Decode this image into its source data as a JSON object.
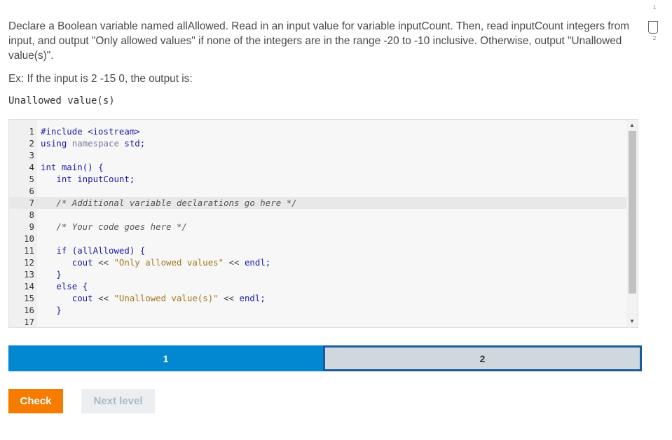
{
  "prompt": {
    "text": "Declare a Boolean variable named allAllowed. Read in an input value for variable inputCount. Then, read inputCount integers from input, and output \"Only allowed values\" if none of the integers are in the range -20 to -10 inclusive. Otherwise, output \"Unallowed value(s)\"."
  },
  "example": {
    "text": "Ex: If the input is 2 -15 0, the output is:",
    "output": "Unallowed value(s)"
  },
  "editor": {
    "lines": [
      {
        "n": "1",
        "tokens": [
          {
            "t": "#include <iostream>",
            "c": "tp"
          }
        ]
      },
      {
        "n": "2",
        "tokens": [
          {
            "t": "using ",
            "c": "tp"
          },
          {
            "t": "namespace",
            "c": "kw"
          },
          {
            "t": " std;",
            "c": "tp"
          }
        ]
      },
      {
        "n": "3",
        "tokens": []
      },
      {
        "n": "4",
        "tokens": [
          {
            "t": "int",
            "c": "tp"
          },
          {
            "t": " main() {",
            "c": "tp"
          }
        ]
      },
      {
        "n": "5",
        "tokens": [
          {
            "t": "   int",
            "c": "tp"
          },
          {
            "t": " inputCount;",
            "c": "tp"
          }
        ]
      },
      {
        "n": "6",
        "tokens": []
      },
      {
        "n": "7",
        "tokens": [
          {
            "t": "   /* Additional variable declarations go here */",
            "c": "cm"
          }
        ]
      },
      {
        "n": "8",
        "tokens": []
      },
      {
        "n": "9",
        "tokens": [
          {
            "t": "   /* Your code goes here */",
            "c": "cm"
          }
        ]
      },
      {
        "n": "10",
        "tokens": []
      },
      {
        "n": "11",
        "tokens": [
          {
            "t": "   if",
            "c": "tp"
          },
          {
            "t": " (allAllowed) {",
            "c": "tp"
          }
        ]
      },
      {
        "n": "12",
        "tokens": [
          {
            "t": "      cout ",
            "c": "tp"
          },
          {
            "t": "<<",
            "c": "op"
          },
          {
            "t": " \"Only allowed values\"",
            "c": "str"
          },
          {
            "t": " << ",
            "c": "op"
          },
          {
            "t": "endl;",
            "c": "tp"
          }
        ]
      },
      {
        "n": "13",
        "tokens": [
          {
            "t": "   }",
            "c": "tp"
          }
        ]
      },
      {
        "n": "14",
        "tokens": [
          {
            "t": "   else",
            "c": "tp"
          },
          {
            "t": " {",
            "c": "tp"
          }
        ]
      },
      {
        "n": "15",
        "tokens": [
          {
            "t": "      cout ",
            "c": "tp"
          },
          {
            "t": "<<",
            "c": "op"
          },
          {
            "t": " \"Unallowed value(s)\"",
            "c": "str"
          },
          {
            "t": " << ",
            "c": "op"
          },
          {
            "t": "endl;",
            "c": "tp"
          }
        ]
      },
      {
        "n": "16",
        "tokens": [
          {
            "t": "   }",
            "c": "tp"
          }
        ]
      },
      {
        "n": "17",
        "tokens": []
      }
    ],
    "active_line": 7
  },
  "levels": [
    {
      "label": "1",
      "state": "done"
    },
    {
      "label": "2",
      "state": "current"
    }
  ],
  "buttons": {
    "check": "Check",
    "next": "Next level"
  },
  "side_indicator": {
    "top": "1",
    "bottom": "2"
  },
  "colors": {
    "accent_blue": "#0288d1",
    "check_orange": "#f57c00",
    "current_border": "#1a5a9e"
  }
}
